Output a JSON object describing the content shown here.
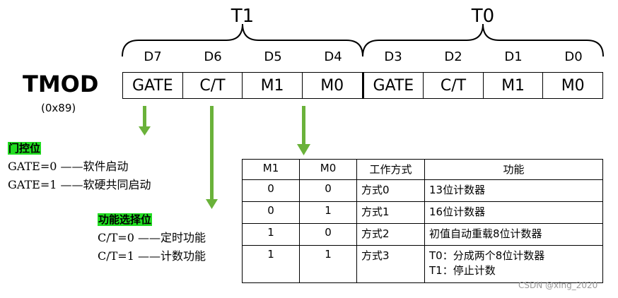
{
  "groups": {
    "high": "T1",
    "low": "T0"
  },
  "bits": [
    "D7",
    "D6",
    "D5",
    "D4",
    "D3",
    "D2",
    "D1",
    "D0"
  ],
  "register": {
    "name": "TMOD",
    "address": "(0x89)",
    "fields": [
      "GATE",
      "C/T",
      "M1",
      "M0",
      "GATE",
      "C/T",
      "M1",
      "M0"
    ]
  },
  "gate_note": {
    "title": "门控位",
    "lines": [
      "GATE=0 ——软件启动",
      "GATE=1 ——软硬共同启动"
    ]
  },
  "ct_note": {
    "title": "功能选择位",
    "lines": [
      "C/T=0 ——定时功能",
      "C/T=1 ——计数功能"
    ]
  },
  "mode_table": {
    "headers": [
      "M1",
      "M0",
      "工作方式",
      "功能"
    ],
    "rows": [
      {
        "m1": "0",
        "m0": "0",
        "mode": "方式0",
        "func": [
          "13位计数器"
        ]
      },
      {
        "m1": "0",
        "m0": "1",
        "mode": "方式1",
        "func": [
          "16位计数器"
        ]
      },
      {
        "m1": "1",
        "m0": "0",
        "mode": "方式2",
        "func": [
          "初值自动重载8位计数器"
        ]
      },
      {
        "m1": "1",
        "m0": "1",
        "mode": "方式3",
        "func": [
          "T0：分成两个8位计数器",
          "T1：停止计数"
        ]
      }
    ]
  },
  "watermark": "CSDN @xing_2020",
  "colors": {
    "arrow": "#6ab23a",
    "highlight": "#22dd22"
  }
}
